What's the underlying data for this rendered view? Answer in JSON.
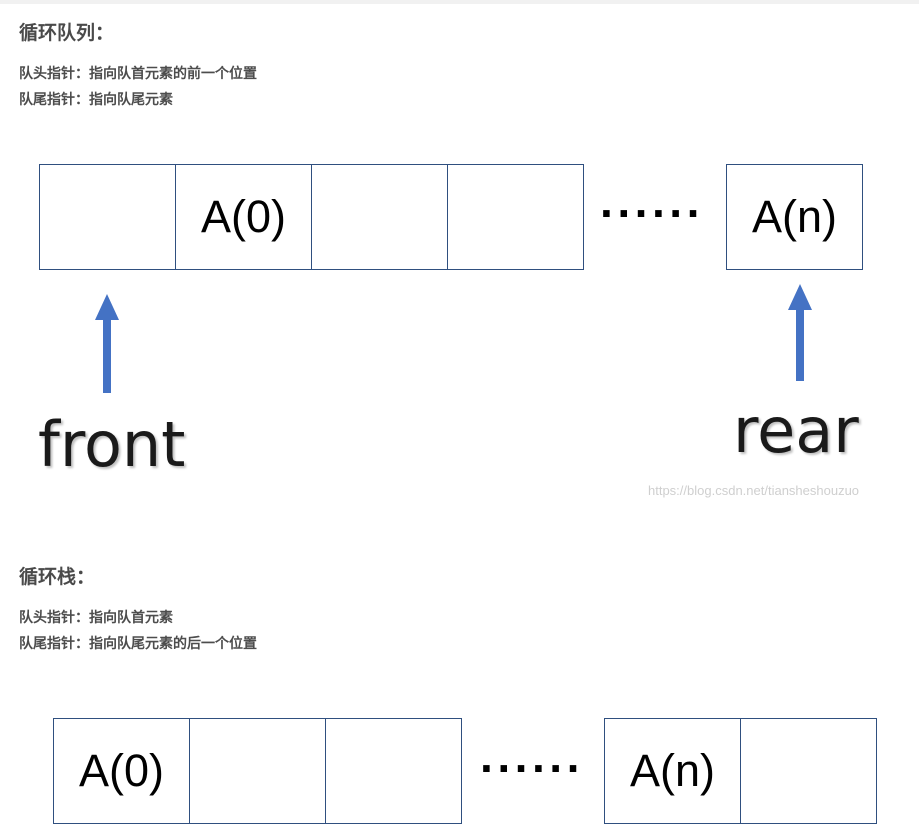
{
  "queue": {
    "heading": "循环队列：",
    "front_note": "队头指针：指向队首元素的前一个位置",
    "rear_note": "队尾指针：指向队尾元素",
    "cells": [
      "",
      "A(0)",
      "",
      ""
    ],
    "ellipsis": "······",
    "last_cell": "A(n)",
    "front_label": "front",
    "rear_label": "rear",
    "arrow_color": "#4472c4"
  },
  "stack": {
    "heading": "循环栈：",
    "front_note": "队头指针：指向队首元素",
    "rear_note": "队尾指针：指向队尾元素的后一个位置",
    "cells": [
      "A(0)",
      "",
      ""
    ],
    "ellipsis": "······",
    "tail_cells": [
      "A(n)",
      ""
    ]
  },
  "watermark": "https://blog.csdn.net/tiansheshouzuo"
}
